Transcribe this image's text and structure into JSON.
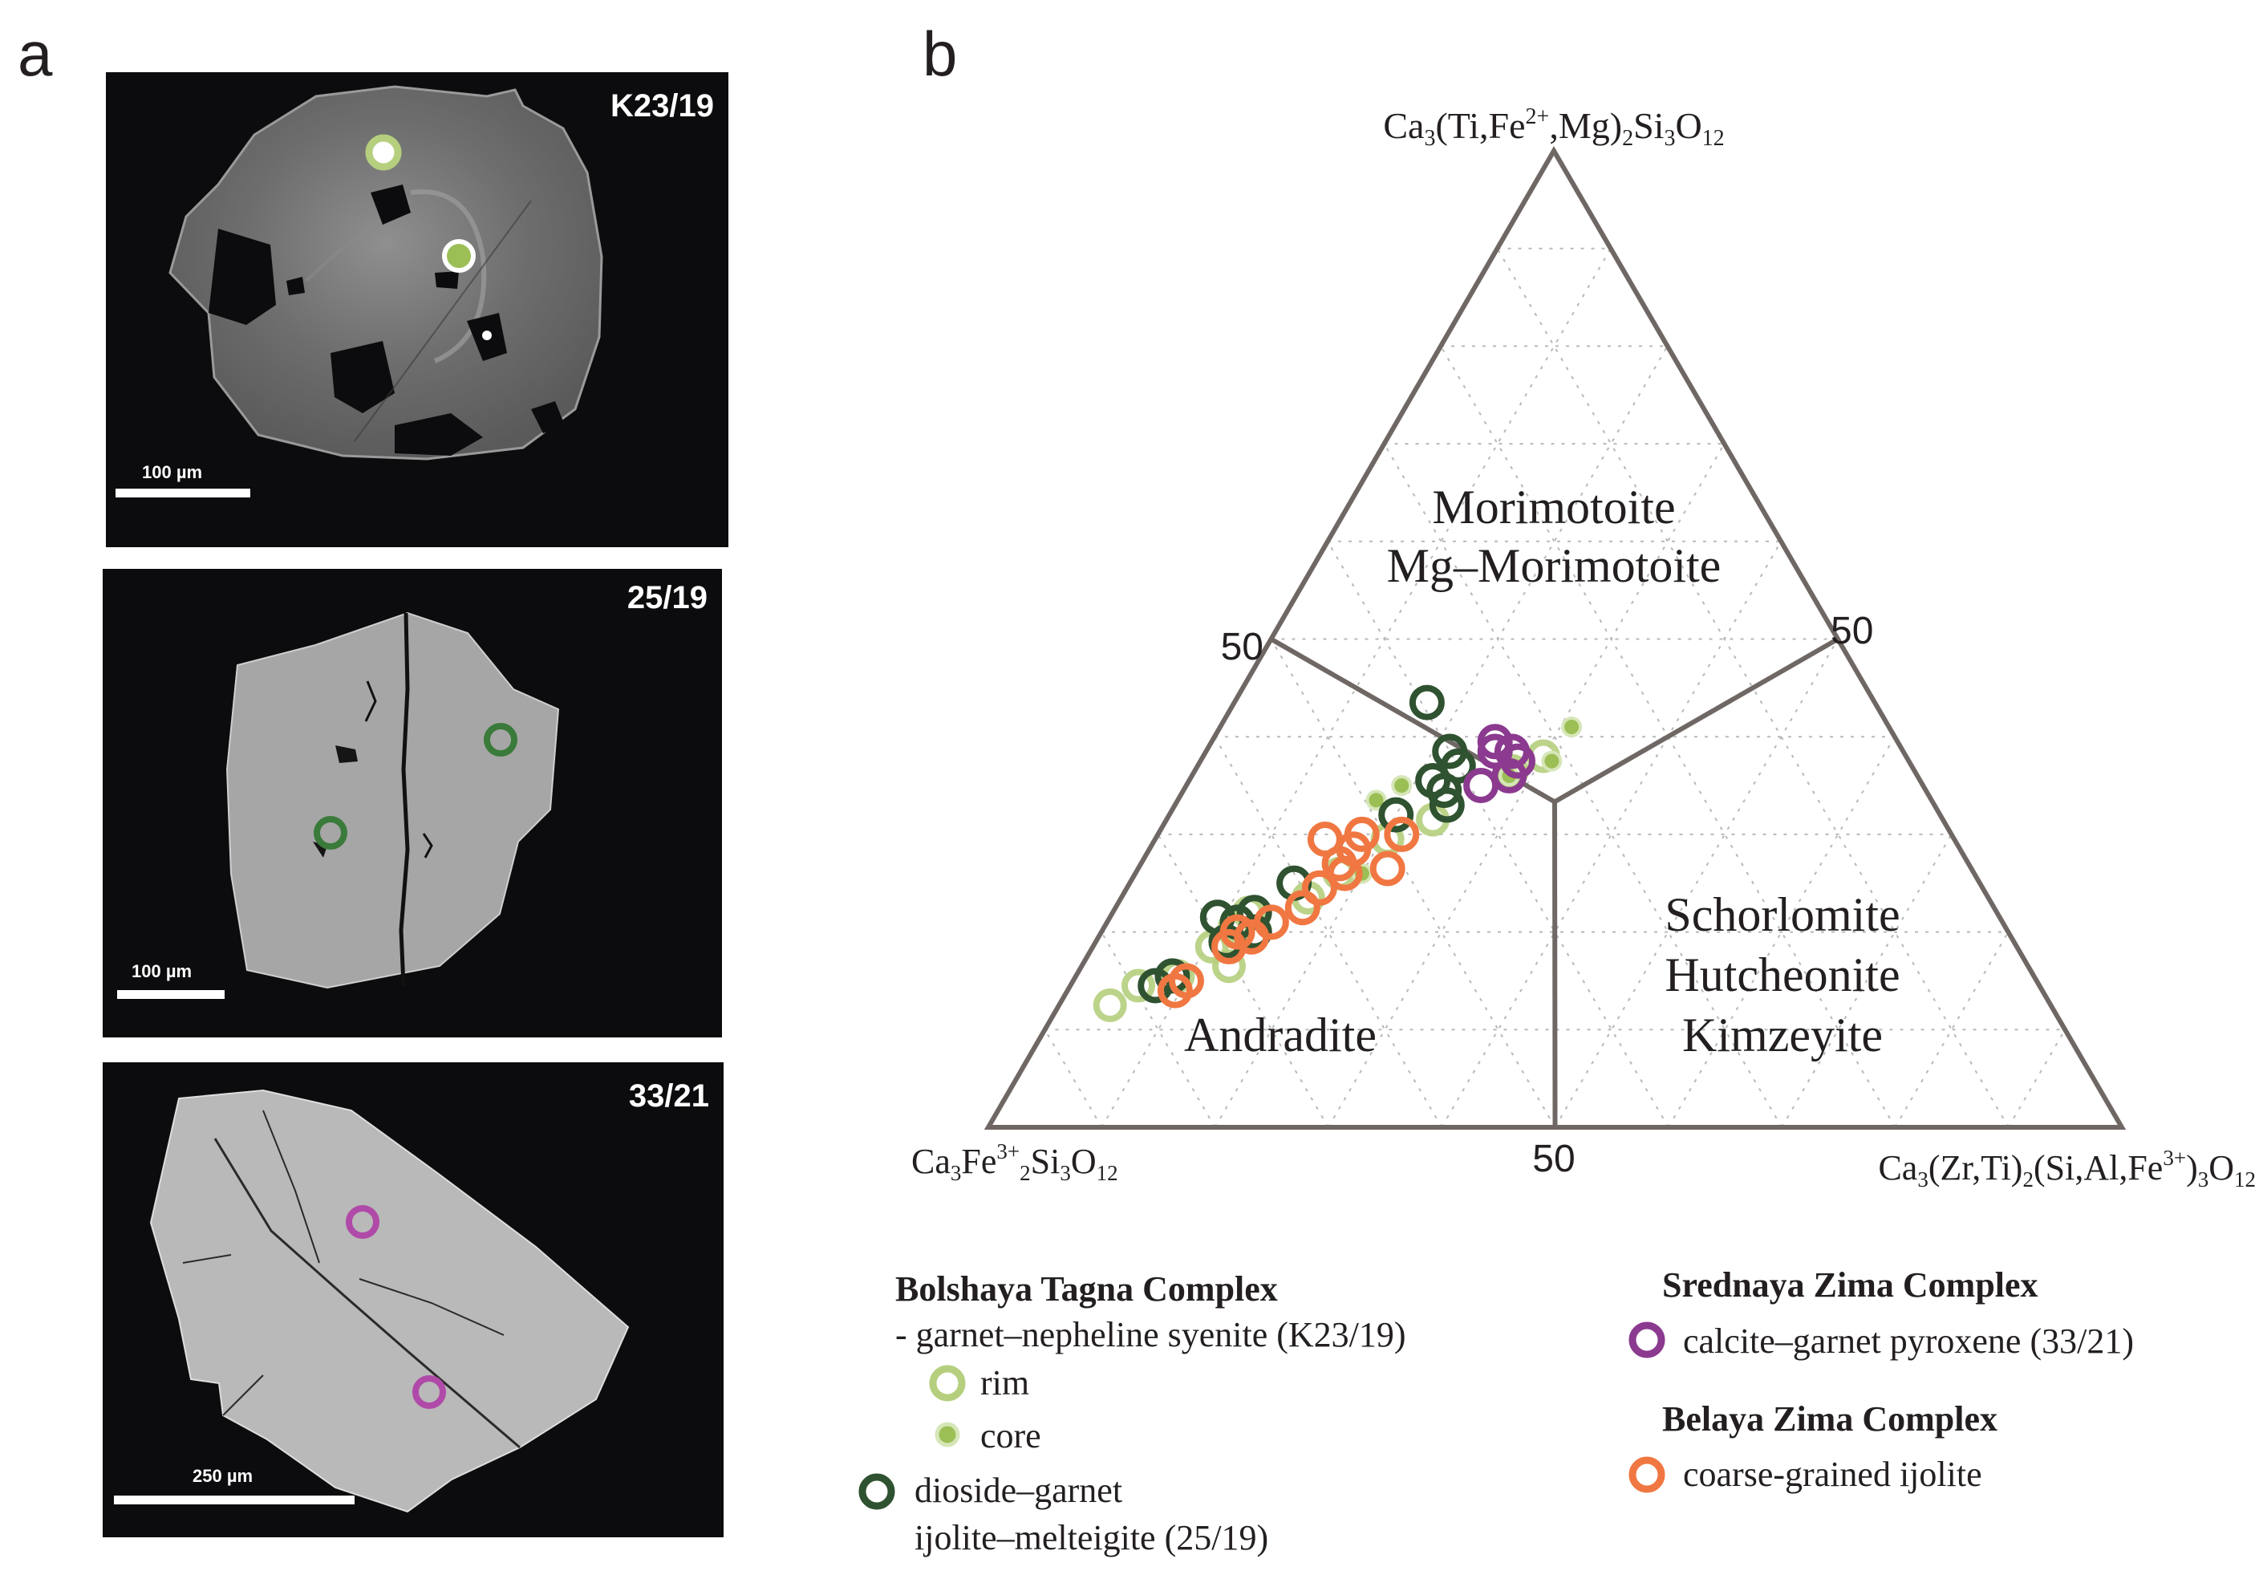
{
  "panels": {
    "a_label": "a",
    "b_label": "b"
  },
  "sem_images": [
    {
      "sample": "K23/19",
      "scale": "100 µm"
    },
    {
      "sample": "25/19",
      "scale": "100 µm"
    },
    {
      "sample": "33/21",
      "scale": "250 µm"
    }
  ],
  "ternary": {
    "apices": {
      "top": {
        "base": "Ca",
        "sub1": "3",
        "mid": "(Ti,Fe",
        "sup": "2+",
        "mid2": ",Mg)",
        "sub2": "2",
        "mid3": "Si",
        "sub3": "3",
        "mid4": "O",
        "sub4": "12"
      },
      "left": {
        "base": "Ca",
        "sub1": "3",
        "mid": "Fe",
        "sup": "3+",
        "sub2": "2",
        "mid2": "Si",
        "sub3": "3",
        "mid3": "O",
        "sub4": "12"
      },
      "right": {
        "base": "Ca",
        "sub1": "3",
        "mid": "(Zr,Ti)",
        "sub2": "2",
        "mid2": "(Si,Al,Fe",
        "sup": "3+",
        "mid3": ")",
        "sub3": "3",
        "mid4": "O",
        "sub4": "12"
      }
    },
    "tick_labels": {
      "left": "50",
      "right": "50",
      "bottom": "50"
    },
    "fields": {
      "top": [
        "Morimotoite",
        "Mg–Morimotoite"
      ],
      "left": [
        "Andradite"
      ],
      "right": [
        "Schorlomite",
        "Hutcheonite",
        "Kimzeyite"
      ]
    }
  },
  "colors": {
    "rim": "#b5cf7e",
    "core": "#9cbf55",
    "dioside": "#2f5230",
    "calcite": "#8b3a8f",
    "ijolite": "#f07742",
    "frame": "#6f6764",
    "grid": "#b8b8b8"
  },
  "chart_data": {
    "type": "scatter",
    "coordinate_system": "ternary",
    "components": [
      "Ca3Fe3+2Si3O12",
      "Ca3(Ti,Fe2+,Mg)2Si3O12",
      "Ca3(Zr,Ti)2(Si,Al,Fe3+)3O12"
    ],
    "value_units": "percent [Ca3(Ti,Fe2+,Mg)2Si3O12, Ca3(Zr,Ti)2(Si,Al,Fe3+)3O12]",
    "series": [
      {
        "name": "rim",
        "style": "open-circle",
        "points": [
          [
            12.5,
            4.5
          ],
          [
            14.5,
            6.0
          ],
          [
            15.5,
            9.0
          ],
          [
            16.5,
            13.0
          ],
          [
            18.5,
            10.5
          ],
          [
            20.5,
            11.5
          ],
          [
            22.0,
            12.0
          ],
          [
            23.5,
            16.5
          ],
          [
            26.0,
            18.0
          ],
          [
            29.5,
            20.5
          ],
          [
            31.5,
            23.5
          ],
          [
            36.5,
            28.0
          ],
          [
            38.0,
            30.0
          ]
        ]
      },
      {
        "name": "core",
        "style": "filled-dot",
        "points": [
          [
            26.0,
            20.0
          ],
          [
            33.5,
            17.5
          ],
          [
            35.0,
            19.0
          ],
          [
            36.0,
            28.0
          ],
          [
            37.5,
            31.0
          ],
          [
            41.0,
            31.0
          ]
        ]
      },
      {
        "name": "dioside–garnet ijolite–melteigite",
        "style": "open-circle",
        "points": [
          [
            14.5,
            7.5
          ],
          [
            15.5,
            8.5
          ],
          [
            19.0,
            11.5
          ],
          [
            20.0,
            13.5
          ],
          [
            21.0,
            11.5
          ],
          [
            21.5,
            9.5
          ],
          [
            22.0,
            12.5
          ],
          [
            25.0,
            14.5
          ],
          [
            32.0,
            20.0
          ],
          [
            33.0,
            24.0
          ],
          [
            34.5,
            23.0
          ],
          [
            35.5,
            21.5
          ],
          [
            37.0,
            23.0
          ],
          [
            38.5,
            21.5
          ],
          [
            43.5,
            17.0
          ]
        ]
      },
      {
        "name": "calcite–garnet pyroxene (33/21)",
        "style": "open-circle",
        "points": [
          [
            35.0,
            26.0
          ],
          [
            36.0,
            28.0
          ],
          [
            37.5,
            28.0
          ],
          [
            38.5,
            27.0
          ],
          [
            38.5,
            25.5
          ],
          [
            39.5,
            25.0
          ]
        ]
      },
      {
        "name": "coarse-grained ijolite",
        "style": "open-circle",
        "points": [
          [
            14.0,
            9.5
          ],
          [
            15.0,
            10.0
          ],
          [
            18.5,
            12.0
          ],
          [
            19.5,
            13.5
          ],
          [
            20.0,
            12.0
          ],
          [
            21.0,
            14.5
          ],
          [
            22.5,
            16.5
          ],
          [
            24.5,
            17.0
          ],
          [
            26.0,
            18.5
          ],
          [
            26.5,
            22.0
          ],
          [
            27.0,
            17.5
          ],
          [
            28.5,
            18.0
          ],
          [
            30.0,
            21.5
          ],
          [
            29.5,
            15.0
          ],
          [
            30.0,
            18.0
          ]
        ]
      }
    ]
  },
  "legend": {
    "bt_title": "Bolshaya Tagna Complex",
    "bt_sub": "- garnet–nepheline syenite (K23/19)",
    "rim": "rim",
    "core": "core",
    "dioside_line1": "dioside–garnet",
    "dioside_line2": "ijolite–melteigite (25/19)",
    "sz_title": "Srednaya Zima Complex",
    "calcite": "calcite–garnet pyroxene (33/21)",
    "bz_title": "Belaya Zima Complex",
    "ijolite": "coarse-grained ijolite"
  }
}
